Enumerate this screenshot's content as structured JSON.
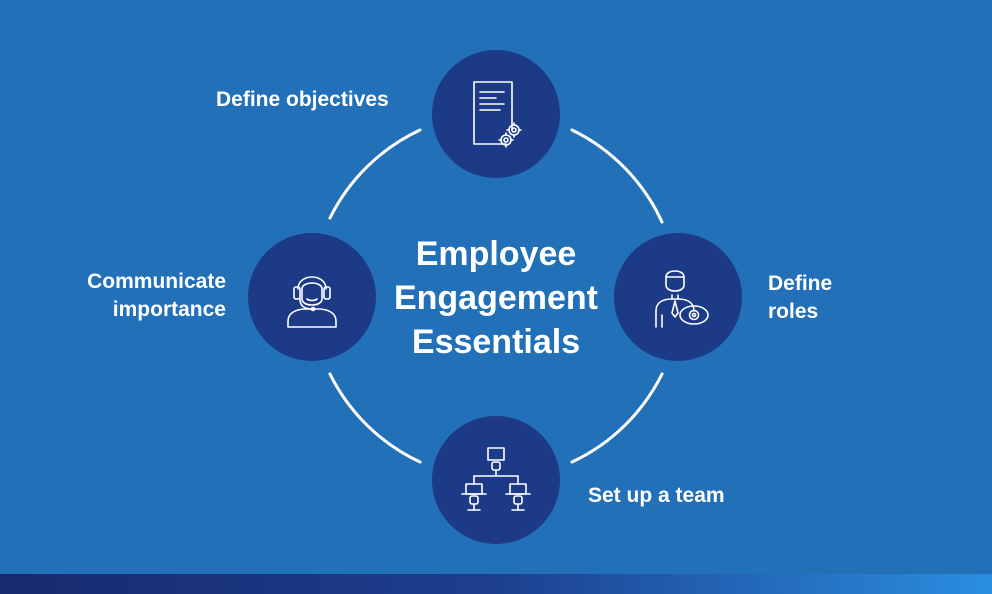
{
  "title": {
    "line1": "Employee",
    "line2": "Engagement",
    "line3": "Essentials"
  },
  "steps": [
    {
      "label_lines": [
        "Define objectives"
      ],
      "icon": "document-gear-icon"
    },
    {
      "label_lines": [
        "Define",
        "roles"
      ],
      "icon": "person-eye-icon"
    },
    {
      "label_lines": [
        "Set up a team"
      ],
      "icon": "org-chart-icon"
    },
    {
      "label_lines": [
        "Communicate",
        "importance"
      ],
      "icon": "headset-person-icon"
    }
  ],
  "colors": {
    "background": "#2270b8",
    "node_fill": "#1c3a86",
    "text": "#ffffff",
    "ring": "#ffffff"
  }
}
